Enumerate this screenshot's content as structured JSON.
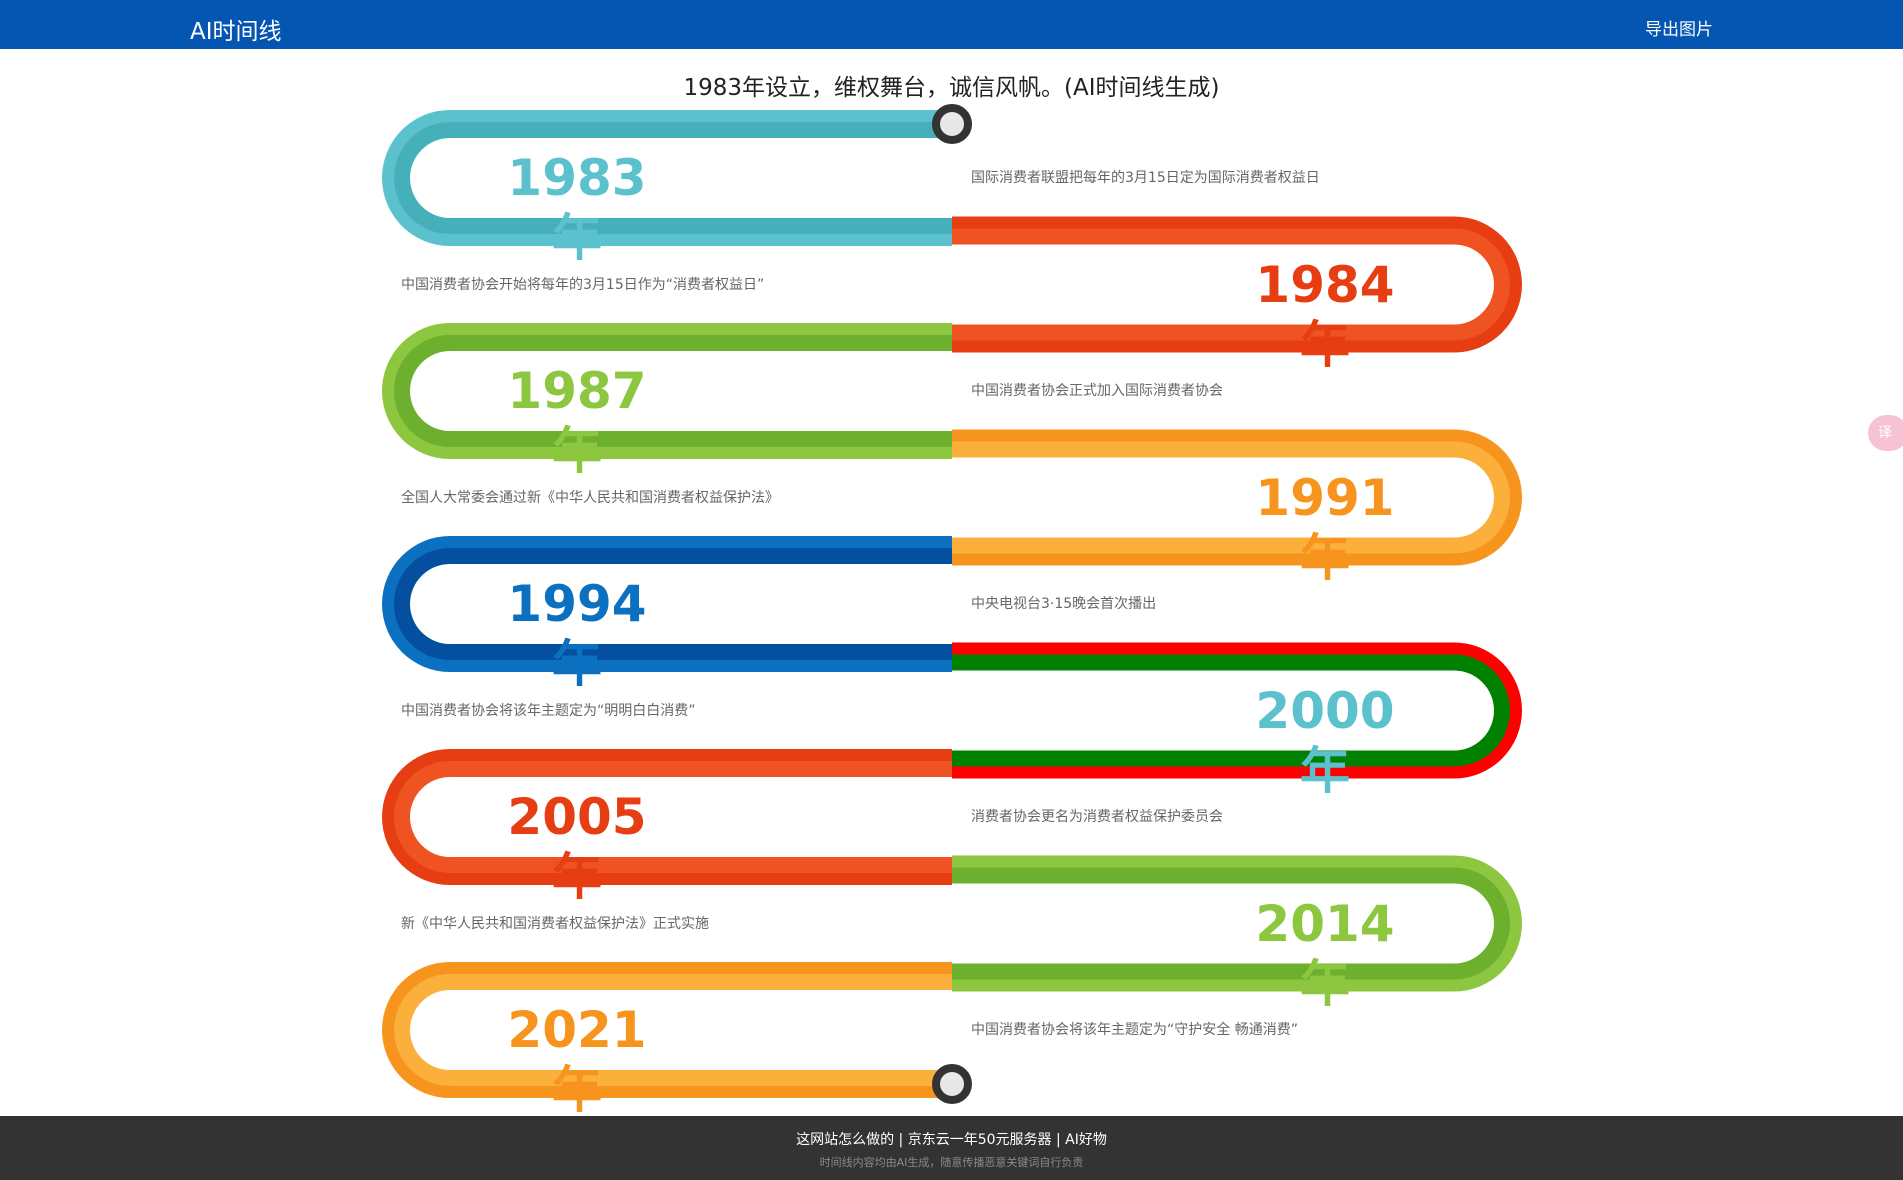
{
  "header": {
    "brand": "AI时间线",
    "export_label": "导出图片"
  },
  "page_title": "1983年设立，维权舞台，诚信风帆。(AI时间线生成)",
  "timeline": [
    {
      "year": "1983年",
      "text": "国际消费者联盟把每年的3月15日定为国际消费者权益日",
      "color": "#5bc2cd",
      "color_dark": "#45afba"
    },
    {
      "year": "1984年",
      "text": "中国消费者协会开始将每年的3月15日作为“消费者权益日”",
      "color": "#e63d12",
      "color_dark": "#f05322"
    },
    {
      "year": "1987年",
      "text": "中国消费者协会正式加入国际消费者协会",
      "color": "#8dc63f",
      "color_dark": "#6cb02e"
    },
    {
      "year": "1991年",
      "text": "全国人大常委会通过新《中华人民共和国消费者权益保护法》",
      "color": "#f7941d",
      "color_dark": "#fbb03b"
    },
    {
      "year": "1994年",
      "text": "中央电视台3·15晚会首次播出",
      "color": "#0a70bf",
      "color_dark": "#054fa0"
    },
    {
      "year": "2000年",
      "text": "中国消费者协会将该年主题定为“明明白白消费”",
      "color": "#ff0000",
      "color_dark": "#008000",
      "year_color": "#5bc2cd"
    },
    {
      "year": "2005年",
      "text": "消费者协会更名为消费者权益保护委员会",
      "color": "#e63d12",
      "color_dark": "#f05322"
    },
    {
      "year": "2014年",
      "text": "新《中华人民共和国消费者权益保护法》正式实施",
      "color": "#8dc63f",
      "color_dark": "#6cb02e"
    },
    {
      "year": "2021年",
      "text": "中国消费者协会将该年主题定为“守护安全 畅通消费”",
      "color": "#f7941d",
      "color_dark": "#fbb03b"
    }
  ],
  "footer": {
    "link_1": "这网站怎么做的",
    "link_2": "京东云一年50元服务器",
    "link_3": "AI好物",
    "separator": "|",
    "note": "时间线内容均由AI生成，随意传播恶意关键词自行负责"
  },
  "translate_widget": {
    "icon": "translate-icon",
    "glyph": "译"
  }
}
